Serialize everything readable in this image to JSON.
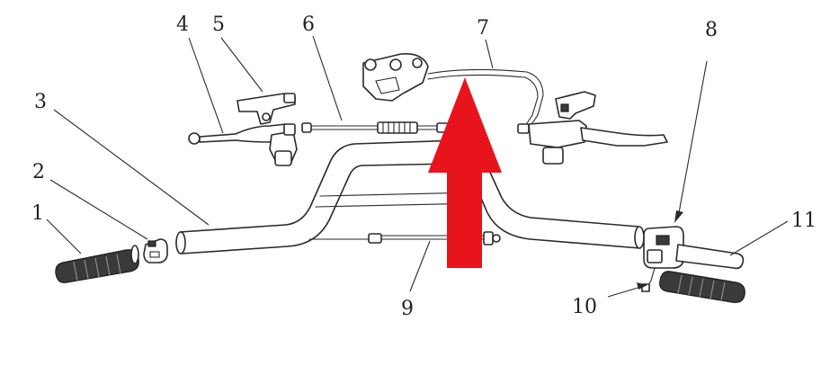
{
  "diagram": {
    "callouts": [
      "1",
      "2",
      "3",
      "4",
      "5",
      "6",
      "7",
      "8",
      "9",
      "10",
      "11"
    ],
    "arrow_color": "#e8141b",
    "line_color": "#2a2a2a",
    "background": "#ffffff"
  }
}
